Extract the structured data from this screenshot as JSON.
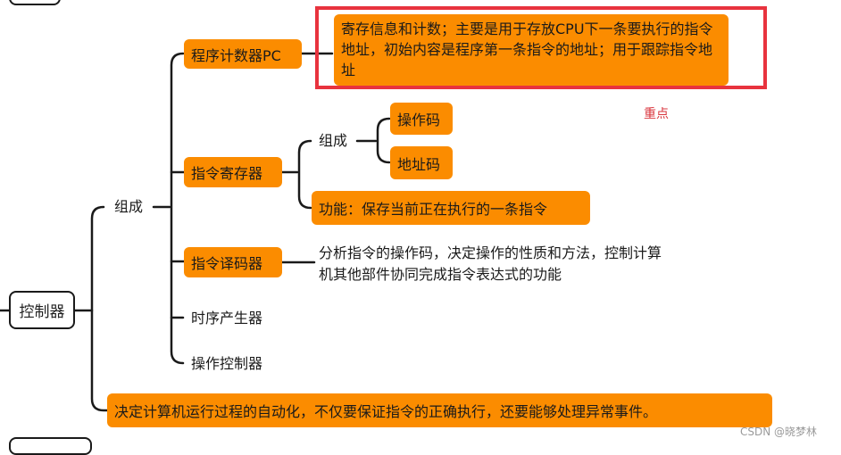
{
  "root": {
    "label": "控制器"
  },
  "composition": {
    "label": "组成"
  },
  "pc": {
    "label": "程序计数器PC",
    "detail": "寄存信息和计数；主要是用于存放CPU下一条要执行的指令地址，初始内容是程序第一条指令的地址；用于跟踪指令地址"
  },
  "ir": {
    "label": "指令寄存器",
    "composition": "组成",
    "opcode": "操作码",
    "address": "地址码",
    "function": "功能：保存当前正在执行的一条指令"
  },
  "decoder": {
    "label": "指令译码器",
    "detail": "分析指令的操作码，决定操作的性质和方法，控制计算机其他部件协同完成指令表达式的功能"
  },
  "timing": {
    "label": "时序产生器"
  },
  "op_controller": {
    "label": "操作控制器"
  },
  "summary": {
    "text": "决定计算机运行过程的自动化，不仅要保证指令的正确执行，还要能够处理异常事件。"
  },
  "annotation": {
    "label": "重点",
    "color": "#d9363e"
  },
  "watermark": {
    "text": "CSDN @晓梦林"
  },
  "colors": {
    "node_fill": "#fb8c00",
    "frame": "#e8333e",
    "line": "#1a1a1a"
  }
}
